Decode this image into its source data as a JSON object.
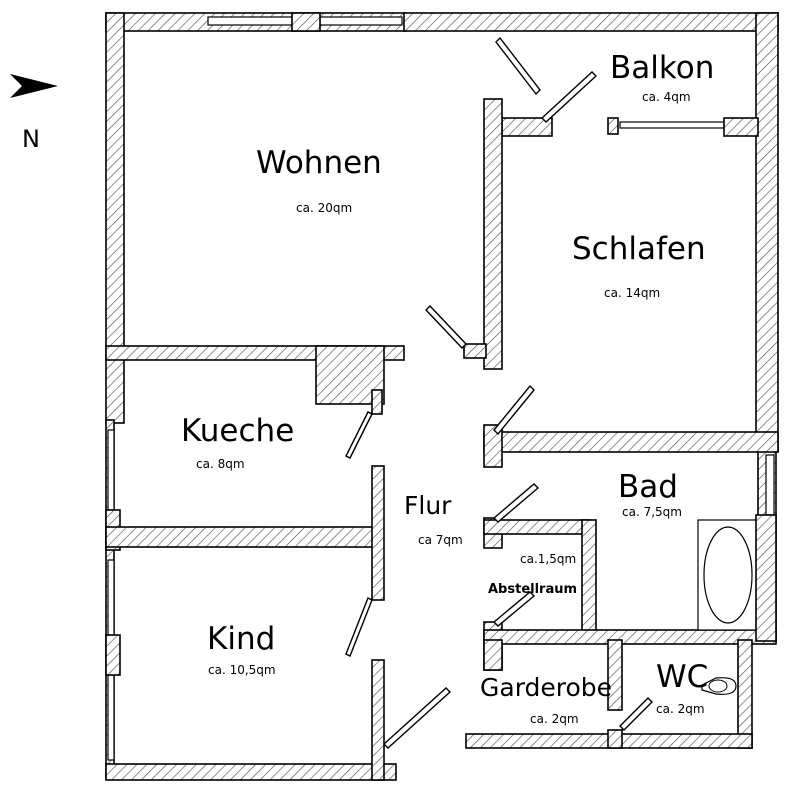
{
  "compass": {
    "label": "N"
  },
  "rooms": {
    "wohnen": {
      "name": "Wohnen",
      "area": "ca. 20qm"
    },
    "balkon": {
      "name": "Balkon",
      "area": "ca. 4qm"
    },
    "schlafen": {
      "name": "Schlafen",
      "area": "ca. 14qm"
    },
    "kueche": {
      "name": "Kueche",
      "area": "ca. 8qm"
    },
    "flur": {
      "name": "Flur",
      "area": "ca 7qm"
    },
    "bad": {
      "name": "Bad",
      "area": "ca. 7,5qm"
    },
    "abstellraum": {
      "name": "Abstellraum",
      "area": "ca.1,5qm"
    },
    "kind": {
      "name": "Kind",
      "area": "ca. 10,5qm"
    },
    "garderobe": {
      "name": "Garderobe",
      "area": "ca. 2qm"
    },
    "wc": {
      "name": "WC",
      "area": "ca. 2qm"
    }
  },
  "colors": {
    "wall_line": "#000000",
    "background": "#ffffff"
  }
}
